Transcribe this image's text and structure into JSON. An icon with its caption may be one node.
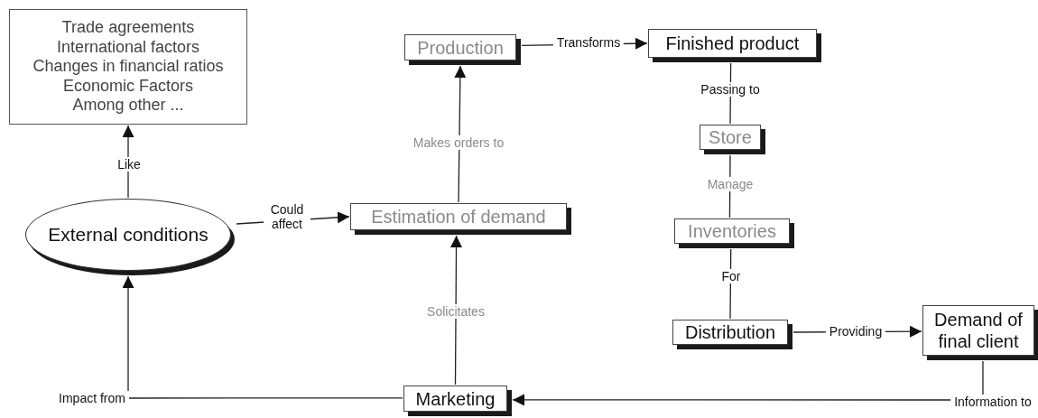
{
  "diagram": {
    "nodes": [
      {
        "text": [
          "Trade agreements",
          "International factors",
          "Changes in financial ratios",
          "Economic Factors",
          "Among other ..."
        ]
      },
      {
        "text": [
          "External conditions"
        ]
      },
      {
        "text": [
          "Estimation of demand"
        ]
      },
      {
        "text": [
          "Production"
        ]
      },
      {
        "text": [
          "Finished product"
        ]
      },
      {
        "text": [
          "Store"
        ]
      },
      {
        "text": [
          "Inventories"
        ]
      },
      {
        "text": [
          "Distribution"
        ]
      },
      {
        "text": [
          "Demand of final client"
        ]
      },
      {
        "text": [
          "Marketing"
        ]
      }
    ],
    "edges": [
      {
        "from": 1,
        "to": 0,
        "arrow": "to",
        "label": "Like"
      },
      {
        "from": 1,
        "to": 2,
        "arrow": "to",
        "label": "Could affect"
      },
      {
        "from": 2,
        "to": 3,
        "arrow": "to",
        "label": "Makes orders to"
      },
      {
        "from": 3,
        "to": 4,
        "arrow": "to",
        "label": "Transforms"
      },
      {
        "from": 4,
        "to": 5,
        "arrow": "none",
        "label": "Passing to"
      },
      {
        "from": 5,
        "to": 6,
        "arrow": "none",
        "label": "Manage"
      },
      {
        "from": 6,
        "to": 7,
        "arrow": "none",
        "label": "For"
      },
      {
        "from": 7,
        "to": 8,
        "arrow": "to",
        "label": "Providing"
      },
      {
        "from": 8,
        "to": 9,
        "arrow": "to",
        "label": "Information to"
      },
      {
        "from": 9,
        "to": 1,
        "arrow": "to",
        "label": "Impact from"
      },
      {
        "from": 9,
        "to": 2,
        "arrow": "to",
        "label": "Solicitates"
      }
    ]
  }
}
